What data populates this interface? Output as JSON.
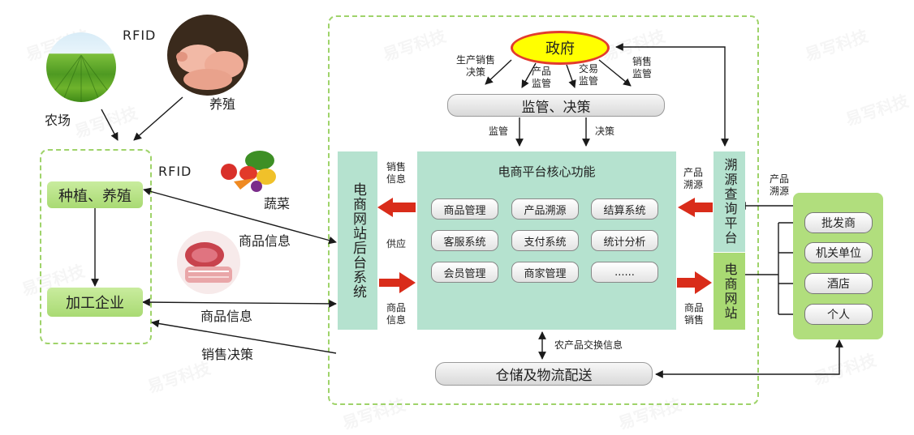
{
  "sources": {
    "farm_label": "农场",
    "breeding_label": "养殖",
    "rfid_top": "RFID",
    "rfid_mid": "RFID",
    "vegetables_label": "蔬菜",
    "goods_info_photo": "商品信息"
  },
  "left_group": {
    "planting": "种植、养殖",
    "processing": "加工企业"
  },
  "left_links": {
    "goods_info": "商品信息",
    "sales_decision": "销售决策"
  },
  "government": {
    "title": "政府",
    "labels": [
      "生产销售\n决策",
      "产品\n监管",
      "交易\n监管",
      "销售\n监管"
    ],
    "supervision_decision": "监管、决策",
    "down_left": "监管",
    "down_right": "决策"
  },
  "backend": {
    "title": "电商网站后台系统",
    "sales_info": "销售\n信息",
    "supply": "供应",
    "product_info": "商品\n信息"
  },
  "core": {
    "title": "电商平台核心功能",
    "modules": [
      [
        "商品管理",
        "产品溯源",
        "结算系统"
      ],
      [
        "客服系统",
        "支付系统",
        "统计分析"
      ],
      [
        "会员管理",
        "商家管理",
        "......"
      ]
    ]
  },
  "trace": {
    "title": "溯源查询平台",
    "label_left": "产品\n溯源",
    "label_right": "产品\n溯源"
  },
  "website": {
    "title": "电商网站",
    "label": "商品\n销售"
  },
  "logistics": {
    "title": "仓储及物流配送",
    "exchange": "农产品交换信息"
  },
  "buyers": [
    "批发商",
    "机关单位",
    "酒店",
    "个人"
  ],
  "watermark": "易写科技",
  "colors": {
    "green": "#a9da73",
    "teal": "#b5e2cf",
    "red_arrow": "#d92c1a",
    "gov_fill": "#ffff00",
    "gov_border": "#e23b2e"
  }
}
